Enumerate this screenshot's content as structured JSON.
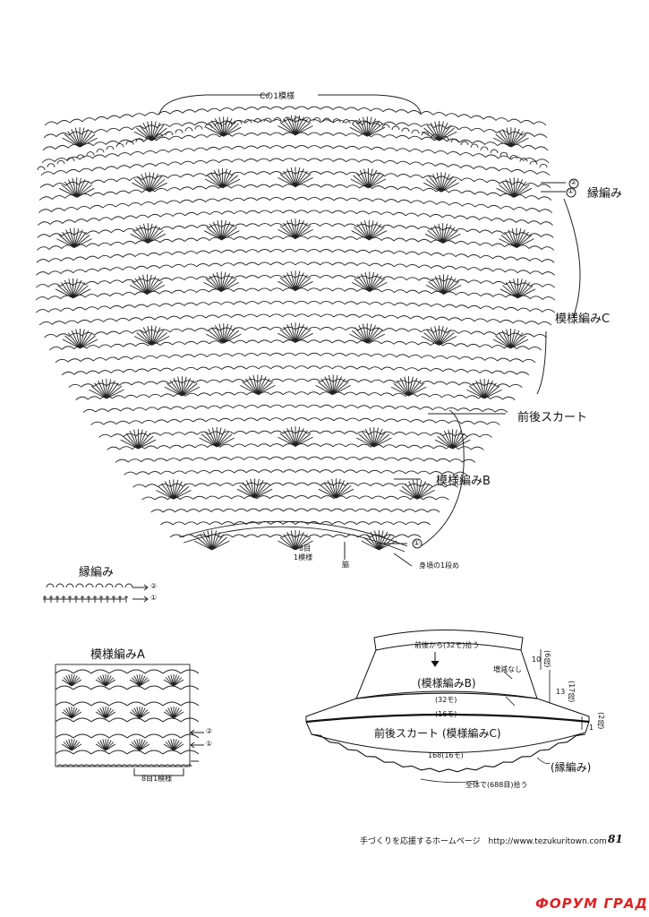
{
  "main_chart": {
    "repeat_c": "Cの1模様",
    "edging": "縁編み",
    "pattern_c": "模様編みC",
    "skirt": "前後スカート",
    "pattern_b": "模様編みB",
    "repeat_b_1": "8目",
    "repeat_b_2": "1模様",
    "side": "脇",
    "bodice_note": "身頃の1段め",
    "row_2": "②",
    "row_1": "①"
  },
  "edging_chart": {
    "title": "縁編み",
    "row_2": "②",
    "row_1": "①"
  },
  "pattern_a_chart": {
    "title": "模様編みA",
    "row_2": "②",
    "row_1": "①",
    "repeat": "8目1模様"
  },
  "schematic": {
    "pickup_top": "前後から(32モ)拾う",
    "no_change": "増減なし",
    "pattern_b_label": "(模様編みB)",
    "count_32": "(32モ)",
    "count_16_a": "(16モ)",
    "skirt_label": "前後スカート (模様編みC)",
    "count_168": "168(16モ)",
    "edging_label": "(縁編み)",
    "pickup_bottom": "全体で(688目)拾う",
    "dim_10": "10",
    "dim_10_rows": "(6段)",
    "dim_13": "13",
    "dim_13_rows": "(17段)",
    "dim_1": "1",
    "dim_1_rows": "(2段)"
  },
  "footer": {
    "text": "手づくりを応援するホームページ　http://www.tezukuritown.com",
    "page": "81"
  },
  "watermark": "ФОРУМ ГРАД"
}
